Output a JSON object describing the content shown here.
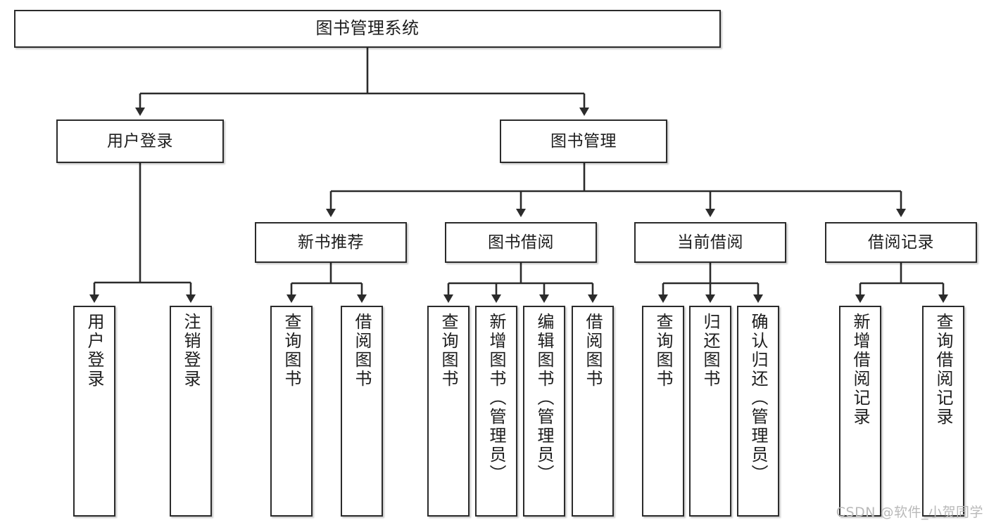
{
  "diagram": {
    "title": "图书管理系统",
    "type": "tree",
    "root": {
      "id": "root",
      "label": "图书管理系统"
    },
    "level2": [
      {
        "id": "user-login",
        "label": "用户登录"
      },
      {
        "id": "book-manage",
        "label": "图书管理"
      }
    ],
    "level3": [
      {
        "id": "new-book-rec",
        "label": "新书推荐"
      },
      {
        "id": "book-borrow",
        "label": "图书借阅"
      },
      {
        "id": "current-borrow",
        "label": "当前借阅"
      },
      {
        "id": "borrow-record",
        "label": "借阅记录"
      }
    ],
    "leaves": [
      {
        "id": "leaf-user-login",
        "parent": "user-login",
        "label": "用户登录"
      },
      {
        "id": "leaf-logout",
        "parent": "user-login",
        "label": "注销登录"
      },
      {
        "id": "leaf-query-book-rec",
        "parent": "new-book-rec",
        "label": "查询图书"
      },
      {
        "id": "leaf-borrow-book-rec",
        "parent": "new-book-rec",
        "label": "借阅图书"
      },
      {
        "id": "leaf-query-book-bor",
        "parent": "book-borrow",
        "label": "查询图书"
      },
      {
        "id": "leaf-add-book",
        "parent": "book-borrow",
        "label": "新增图书（管理员）"
      },
      {
        "id": "leaf-edit-book",
        "parent": "book-borrow",
        "label": "编辑图书（管理员）"
      },
      {
        "id": "leaf-borrow-book-bor",
        "parent": "book-borrow",
        "label": "借阅图书"
      },
      {
        "id": "leaf-query-book-cur",
        "parent": "current-borrow",
        "label": "查询图书"
      },
      {
        "id": "leaf-return-book",
        "parent": "current-borrow",
        "label": "归还图书"
      },
      {
        "id": "leaf-confirm-return",
        "parent": "current-borrow",
        "label": "确认归还（管理员）"
      },
      {
        "id": "leaf-add-record",
        "parent": "borrow-record",
        "label": "新增借阅记录"
      },
      {
        "id": "leaf-query-record",
        "parent": "borrow-record",
        "label": "查询借阅记录"
      }
    ]
  },
  "watermark": {
    "text": "CSDN @软件_小贺同学"
  },
  "colors": {
    "box_border": "#2b2b2b",
    "box_fill": "#ffffff",
    "connector": "#2b2b2b",
    "text": "#1d1d1d",
    "watermark": "#b9b9b9",
    "background": "#ffffff"
  }
}
